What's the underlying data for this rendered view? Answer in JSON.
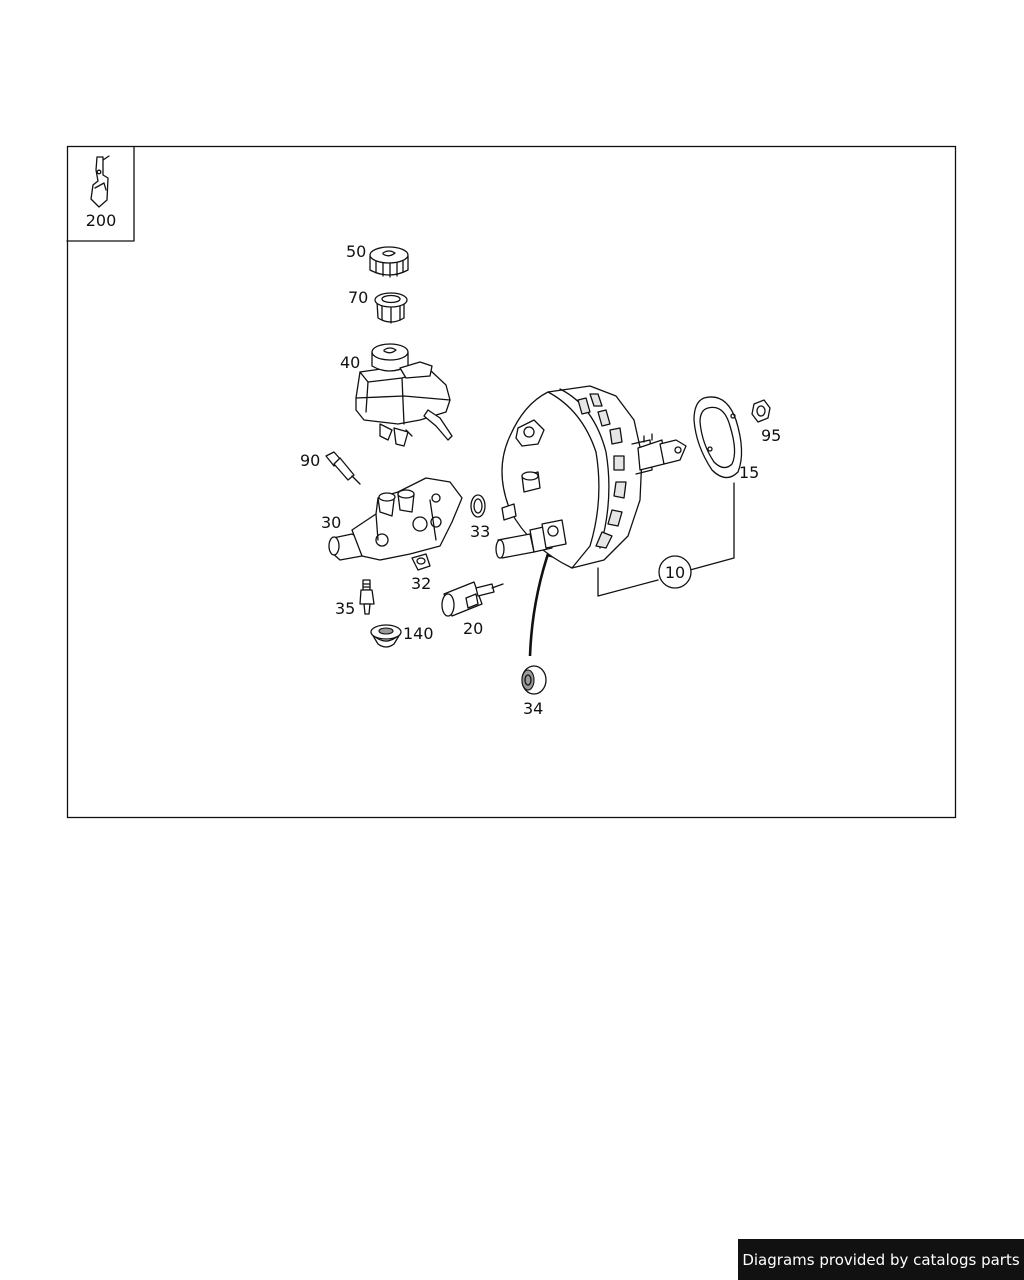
{
  "diagram": {
    "group_number": "200",
    "callouts": {
      "p10": "10",
      "p15": "15",
      "p20": "20",
      "p30": "30",
      "p32": "32",
      "p33": "33",
      "p34": "34",
      "p35": "35",
      "p40": "40",
      "p50": "50",
      "p70": "70",
      "p90": "90",
      "p95": "95",
      "p140": "140"
    }
  },
  "footer": {
    "text": "Diagrams provided by catalogs parts"
  }
}
